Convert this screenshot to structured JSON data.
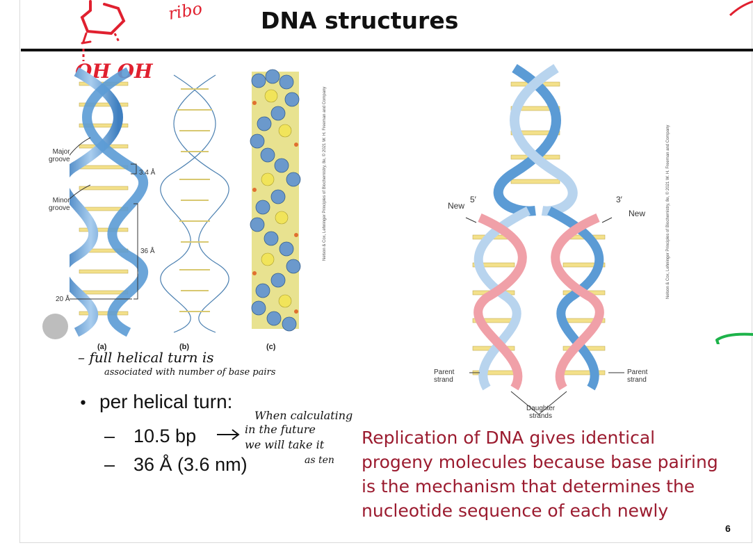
{
  "slide": {
    "title": "DNA structures",
    "page_number": "6"
  },
  "figure_left": {
    "labels": {
      "major_groove": "Major\ngroove",
      "minor_groove": "Minor\ngroove",
      "rise": "3.4 Å",
      "pitch": "36 Å",
      "width": "20 Å"
    },
    "panels": [
      "(a)",
      "(b)",
      "(c)"
    ],
    "credit": "Nelson & Cox, Lehninger Principles of Biochemistry, 8e, © 2021 W. H. Freeman and Company"
  },
  "figure_right": {
    "labels": {
      "five_prime": "5′",
      "three_prime": "3′",
      "new_left": "New",
      "new_right": "New",
      "parent_left": "Parent\nstrand",
      "parent_right": "Parent\nstrand",
      "daughter": "Daughter\nstrands"
    },
    "credit": "Nelson & Cox, Lehninger Principles of Biochemistry, 8e, © 2021 W. H. Freeman and Company"
  },
  "bullets": {
    "main": "per helical turn:",
    "sub": [
      "10.5 bp",
      "36 Å (3.6 nm)"
    ]
  },
  "caption": "Replication of DNA gives identical progeny molecules because base pairing is the mechanism that determines the nucleotide sequence of each newly",
  "handwriting": {
    "note_line1": "– full helical turn is",
    "note_line2": "associated with number of base pairs",
    "arrow_note_1": "When calculating",
    "arrow_note_2": "in the future",
    "arrow_note_3": "we will take it",
    "arrow_note_4": "as ten",
    "top_ribo": "ribo",
    "top_oh": "OH OH"
  },
  "colors": {
    "caption": "#9b1b2f",
    "annotation_red": "#e0202f",
    "annotation_green": "#1db34a",
    "helix_blue": "#5b9bd5",
    "helix_light": "#b8d4ee",
    "base_yellow": "#f3e08a",
    "helix_pink": "#f0a0a8"
  }
}
